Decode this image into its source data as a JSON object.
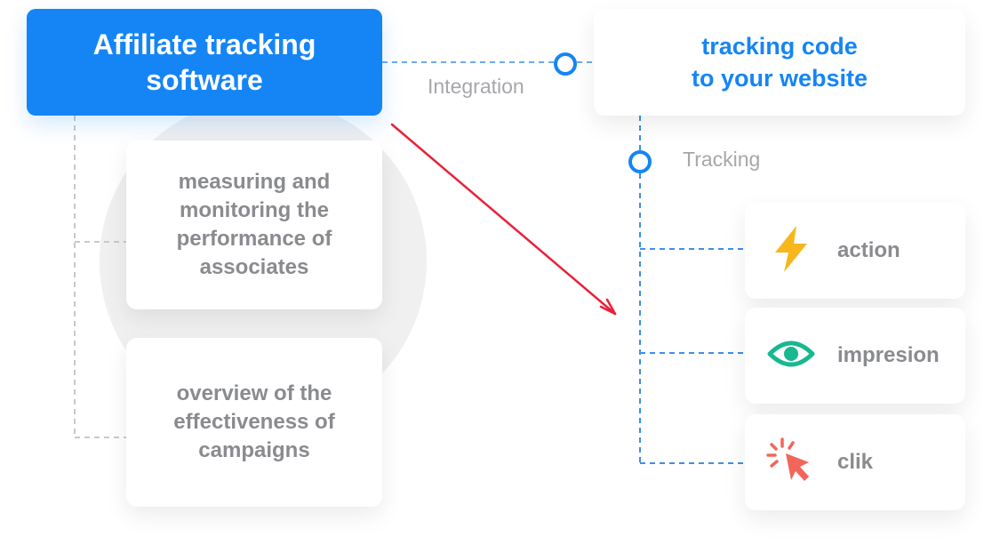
{
  "main": {
    "title": "Affiliate tracking\nsoftware"
  },
  "features": [
    {
      "label": "measuring and\nmonitoring the\nperformance of\nassociates"
    },
    {
      "label": "overview of the\neffectiveness of\ncampaigns"
    }
  ],
  "integration": {
    "label": "Integration",
    "target": "tracking code\nto your website"
  },
  "tracking": {
    "label": "Tracking",
    "items": [
      {
        "label": "action",
        "icon": "lightning-icon",
        "color": "#f6b61c"
      },
      {
        "label": "impresion",
        "icon": "eye-icon",
        "color": "#18b890"
      },
      {
        "label": "clik",
        "icon": "cursor-click-icon",
        "color": "#f2665a"
      }
    ]
  },
  "colors": {
    "primary": "#1585f5",
    "arrow": "#e8213a",
    "text_gray": "#8a8b8f",
    "label_gray": "#a6a7ab",
    "background_circle": "#f0f0f1"
  }
}
